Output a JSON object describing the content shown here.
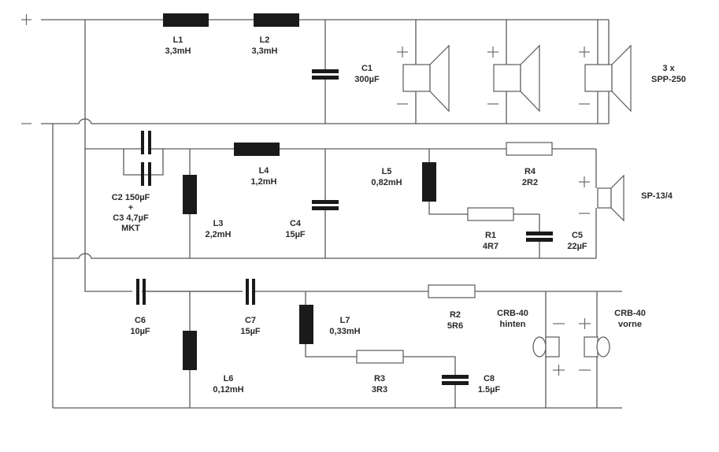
{
  "title": "Loudspeaker crossover schematic",
  "terminals": {
    "positive": "+",
    "negative": "−"
  },
  "components": {
    "L1": {
      "name": "L1",
      "value": "3,3mH"
    },
    "L2": {
      "name": "L2",
      "value": "3,3mH"
    },
    "C1": {
      "name": "C1",
      "value": "300µF"
    },
    "C2C3": {
      "line1": "C2 150µF",
      "line2": "+",
      "line3": "C3 4,7µF",
      "line4": "MKT"
    },
    "L3": {
      "name": "L3",
      "value": "2,2mH"
    },
    "L4": {
      "name": "L4",
      "value": "1,2mH"
    },
    "C4": {
      "name": "C4",
      "value": "15µF"
    },
    "L5": {
      "name": "L5",
      "value": "0,82mH"
    },
    "R4": {
      "name": "R4",
      "value": "2R2"
    },
    "R1": {
      "name": "R1",
      "value": "4R7"
    },
    "C5": {
      "name": "C5",
      "value": "22µF"
    },
    "C6": {
      "name": "C6",
      "value": "10µF"
    },
    "C7": {
      "name": "C7",
      "value": "15µF"
    },
    "L6": {
      "name": "L6",
      "value": "0,12mH"
    },
    "L7": {
      "name": "L7",
      "value": "0,33mH"
    },
    "R2": {
      "name": "R2",
      "value": "5R6"
    },
    "R3": {
      "name": "R3",
      "value": "3R3"
    },
    "C8": {
      "name": "C8",
      "value": "1.5µF"
    }
  },
  "speakers": {
    "woofers": {
      "line1": "3 x",
      "line2": "SPP-250"
    },
    "mid": {
      "label": "SP-13/4"
    },
    "tweeter_rear": {
      "line1": "CRB-40",
      "line2": "hinten"
    },
    "tweeter_front": {
      "line1": "CRB-40",
      "line2": "vorne"
    }
  },
  "polarity": {
    "plus": "+",
    "minus": "−"
  }
}
